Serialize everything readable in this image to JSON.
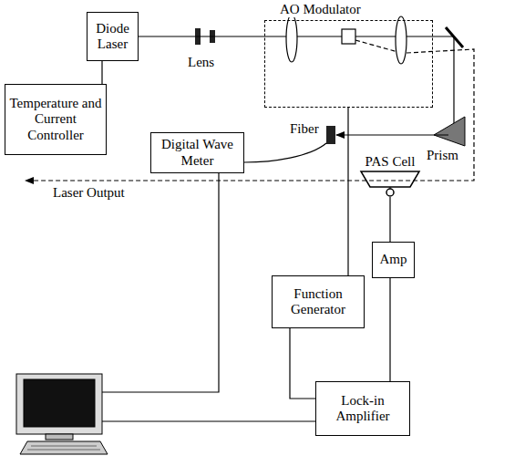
{
  "diagram": {
    "nodes": [
      {
        "text": [
          "Diode Laser"
        ]
      },
      {
        "text": [
          "AO Modulator"
        ]
      },
      {
        "text": [
          "Temperature and Current Controller"
        ]
      },
      {
        "text": [
          "Digital Wave Meter"
        ]
      },
      {
        "text": [
          "PAS Cell"
        ]
      },
      {
        "text": [
          "Amp"
        ]
      },
      {
        "text": [
          "Function Generator"
        ]
      },
      {
        "text": [
          "Lock-in Amplifier"
        ]
      }
    ],
    "edges": [
      {
        "from": 0,
        "to": 2,
        "arrow": "none"
      },
      {
        "from": 0,
        "to": 1,
        "arrow": "none"
      },
      {
        "from": 1,
        "to": 6,
        "arrow": "none"
      },
      {
        "from": 4,
        "to": 5,
        "arrow": "none"
      },
      {
        "from": 5,
        "to": 7,
        "arrow": "none"
      },
      {
        "from": 6,
        "to": 7,
        "arrow": "none"
      }
    ],
    "labels": [
      "Lens",
      "Fiber",
      "Prism",
      "Laser Output"
    ]
  }
}
